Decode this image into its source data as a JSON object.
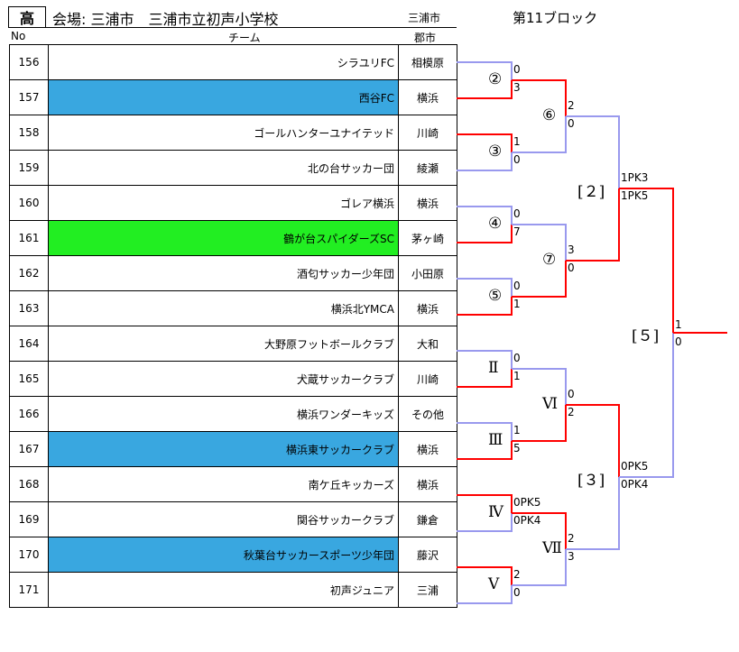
{
  "header": {
    "division": "高",
    "venue": "会場: 三浦市　三浦市立初声小学校",
    "city_col": "三浦市",
    "block": "第11ブロック"
  },
  "columns": {
    "no": "No",
    "team": "チーム",
    "city": "郡市"
  },
  "rows": [
    {
      "no": "156",
      "team": "シラユリFC",
      "city": "相模原",
      "hl": ""
    },
    {
      "no": "157",
      "team": "西谷FC",
      "city": "横浜",
      "hl": "blue"
    },
    {
      "no": "158",
      "team": "ゴールハンターユナイテッド",
      "city": "川崎",
      "hl": ""
    },
    {
      "no": "159",
      "team": "北の台サッカー団",
      "city": "綾瀬",
      "hl": ""
    },
    {
      "no": "160",
      "team": "ゴレア横浜",
      "city": "横浜",
      "hl": ""
    },
    {
      "no": "161",
      "team": "鶴が台スパイダーズSC",
      "city": "茅ヶ崎",
      "hl": "green"
    },
    {
      "no": "162",
      "team": "酒匂サッカー少年団",
      "city": "小田原",
      "hl": ""
    },
    {
      "no": "163",
      "team": "横浜北YMCA",
      "city": "横浜",
      "hl": ""
    },
    {
      "no": "164",
      "team": "大野原フットボールクラブ",
      "city": "大和",
      "hl": ""
    },
    {
      "no": "165",
      "team": "犬蔵サッカークラブ",
      "city": "川崎",
      "hl": ""
    },
    {
      "no": "166",
      "team": "横浜ワンダーキッズ",
      "city": "その他",
      "hl": ""
    },
    {
      "no": "167",
      "team": "横浜東サッカークラブ",
      "city": "横浜",
      "hl": "blue"
    },
    {
      "no": "168",
      "team": "南ケ丘キッカーズ",
      "city": "横浜",
      "hl": ""
    },
    {
      "no": "169",
      "team": "関谷サッカークラブ",
      "city": "鎌倉",
      "hl": ""
    },
    {
      "no": "170",
      "team": "秋葉台サッカースポーツ少年団",
      "city": "藤沢",
      "hl": "blue"
    },
    {
      "no": "171",
      "team": "初声ジュニア",
      "city": "三浦",
      "hl": ""
    }
  ],
  "matches": [
    {
      "label": "②",
      "s1": "0",
      "s2": "3"
    },
    {
      "label": "③",
      "s1": "1",
      "s2": "0"
    },
    {
      "label": "④",
      "s1": "0",
      "s2": "7"
    },
    {
      "label": "⑤",
      "s1": "0",
      "s2": "1"
    },
    {
      "label": "Ⅱ",
      "s1": "0",
      "s2": "1"
    },
    {
      "label": "Ⅲ",
      "s1": "1",
      "s2": "5"
    },
    {
      "label": "Ⅳ",
      "s1": "0PK5",
      "s2": "0PK4"
    },
    {
      "label": "Ⅴ",
      "s1": "2",
      "s2": "0"
    },
    {
      "label": "⑥",
      "s1": "2",
      "s2": "0"
    },
    {
      "label": "⑦",
      "s1": "3",
      "s2": "0"
    },
    {
      "label": "Ⅵ",
      "s1": "0",
      "s2": "2"
    },
    {
      "label": "Ⅶ",
      "s1": "2",
      "s2": "3"
    },
    {
      "label": "[２]",
      "s1": "1PK3",
      "s2": "1PK5"
    },
    {
      "label": "[３]",
      "s1": "0PK5",
      "s2": "0PK4"
    },
    {
      "label": "[５]",
      "s1": "1",
      "s2": "0"
    }
  ],
  "colors": {
    "win": "#ff0000",
    "lose": "#9999ee",
    "blue": "#39a7e0",
    "green": "#22ee22"
  }
}
